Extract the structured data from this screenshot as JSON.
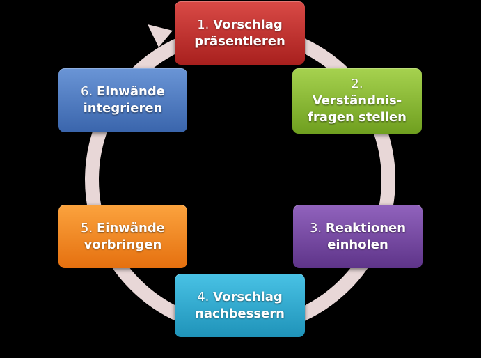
{
  "diagram": {
    "steps": [
      {
        "number": "1.",
        "label": "Vorschlag präsentieren",
        "color": "#c0302c"
      },
      {
        "number": "2.",
        "label": "Verständnis-fragen stellen",
        "color": "#8bbb35"
      },
      {
        "number": "3.",
        "label": "Reaktionen einholen",
        "color": "#7649a3"
      },
      {
        "number": "4.",
        "label": "Vorschlag nachbessern",
        "color": "#34aed3"
      },
      {
        "number": "5.",
        "label": "Einwände vorbringen",
        "color": "#f38a22"
      },
      {
        "number": "6.",
        "label": "Einwände integrieren",
        "color": "#4f7ec4"
      }
    ],
    "ring_color": "#e8d7d7",
    "background": "#000000"
  }
}
